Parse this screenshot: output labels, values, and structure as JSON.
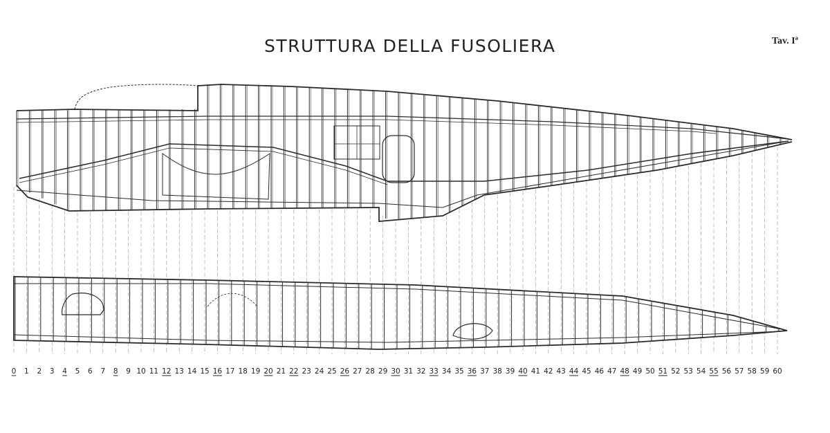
{
  "drawing": {
    "title": "STRUTTURA DELLA FUSOLIERA",
    "plate": "Tav. Iª",
    "stroke_color": "#2a2a2a",
    "station_labels": [
      "0",
      "1",
      "2",
      "3",
      "4",
      "5",
      "6",
      "7",
      "8",
      "9",
      "10",
      "11",
      "12",
      "13",
      "14",
      "15",
      "16",
      "17",
      "18",
      "19",
      "20",
      "21",
      "22",
      "23",
      "24",
      "25",
      "26",
      "27",
      "28",
      "29",
      "30",
      "31",
      "32",
      "33",
      "34",
      "35",
      "36",
      "37",
      "38",
      "39",
      "40",
      "41",
      "42",
      "43",
      "44",
      "45",
      "46",
      "47",
      "48",
      "49",
      "50",
      "51",
      "52",
      "53",
      "54",
      "55",
      "56",
      "57",
      "58",
      "59",
      "60"
    ],
    "underlined_stations": [
      "0",
      "4",
      "8",
      "12",
      "16",
      "20",
      "22",
      "26",
      "30",
      "33",
      "36",
      "40",
      "44",
      "48",
      "51",
      "55"
    ]
  }
}
